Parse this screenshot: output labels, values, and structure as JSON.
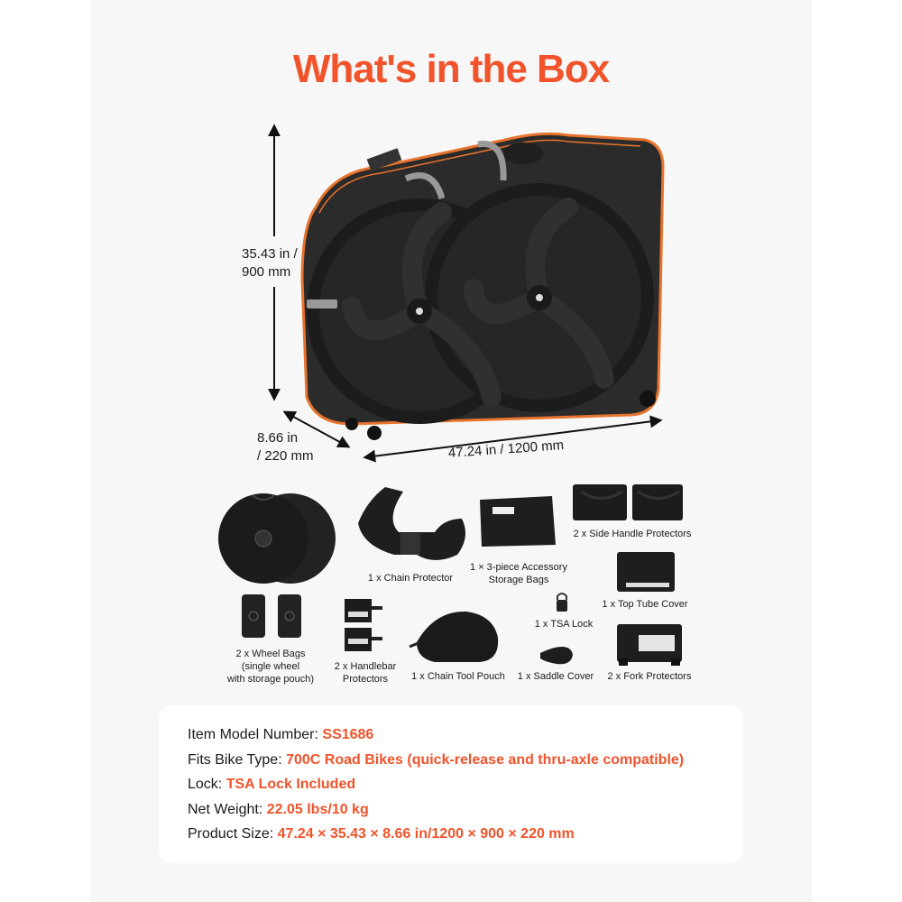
{
  "title": "What's in the Box",
  "accent_color": "#f2532a",
  "dimensions": {
    "height": {
      "line1": "35.43 in /",
      "line2": "900 mm"
    },
    "depth": {
      "line1": "8.66  in",
      "line2": "/ 220 mm"
    },
    "width": "47.24 in / 1200 mm"
  },
  "main_product": {
    "icon": "bike-travel-case-image"
  },
  "items": [
    {
      "id": "wheel-bags",
      "label_lines": [
        "2 x Wheel Bags",
        "(single wheel",
        "with storage pouch)"
      ]
    },
    {
      "id": "chain-protector",
      "label_lines": [
        "1 x Chain Protector"
      ]
    },
    {
      "id": "accessory-storage-bags",
      "label_lines": [
        "1 × 3-piece Accessory",
        "Storage Bags"
      ]
    },
    {
      "id": "side-handle-protectors",
      "label_lines": [
        "2 x Side Handle Protectors"
      ]
    },
    {
      "id": "top-tube-cover",
      "label_lines": [
        "1 x Top Tube Cover"
      ]
    },
    {
      "id": "tsa-lock",
      "label_lines": [
        "1 x TSA Lock"
      ]
    },
    {
      "id": "handlebar-protectors",
      "label_lines": [
        "2 x Handlebar",
        "Protectors"
      ]
    },
    {
      "id": "chain-tool-pouch",
      "label_lines": [
        "1 x Chain Tool Pouch"
      ]
    },
    {
      "id": "saddle-cover",
      "label_lines": [
        "1 x Saddle Cover"
      ]
    },
    {
      "id": "fork-protectors",
      "label_lines": [
        "2 x Fork Protectors"
      ]
    }
  ],
  "specs": [
    {
      "label": "Item Model Number: ",
      "value": "SS1686"
    },
    {
      "label": "Fits Bike Type: ",
      "value": "700C Road Bikes (quick-release and thru-axle compatible)"
    },
    {
      "label": "Lock: ",
      "value": "TSA Lock Included"
    },
    {
      "label": "Net Weight: ",
      "value": "22.05 lbs/10 kg"
    },
    {
      "label": "Product Size: ",
      "value": "47.24 × 35.43 × 8.66 in/1200 × 900 × 220 mm"
    }
  ]
}
